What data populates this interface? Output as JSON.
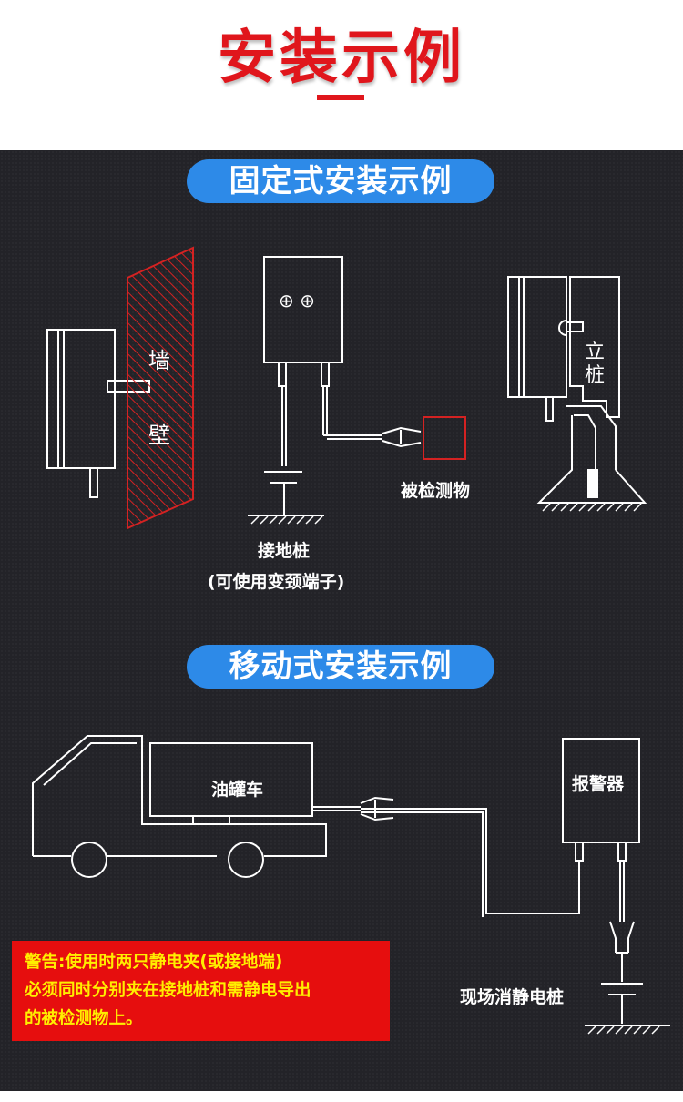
{
  "page": {
    "title": "安装示例",
    "colors": {
      "accent": "#e0161c",
      "pill": "#2d8ae8",
      "panel": "#232328",
      "warning_bg": "#e60e0e",
      "warning_text": "#ffee00"
    }
  },
  "fixed_section": {
    "heading": "固定式安装示例",
    "wall_label_1": "墙",
    "wall_label_2": "壁",
    "terminal_symbols": "⊕ ⊕",
    "object_label": "被检测物",
    "ground_label": "接地桩",
    "ground_note": "(可使用变颈端子)",
    "pillar_label_1": "立",
    "pillar_label_2": "桩"
  },
  "mobile_section": {
    "heading": "移动式安装示例",
    "truck_label": "油罐车",
    "alarm_label": "报警器",
    "site_ground_label": "现场消静电桩",
    "warning_lines": [
      "警告:使用时两只静电夹(或接地端)",
      "必须同时分别夹在接地桩和需静电导出",
      "的被检测物上。"
    ]
  }
}
